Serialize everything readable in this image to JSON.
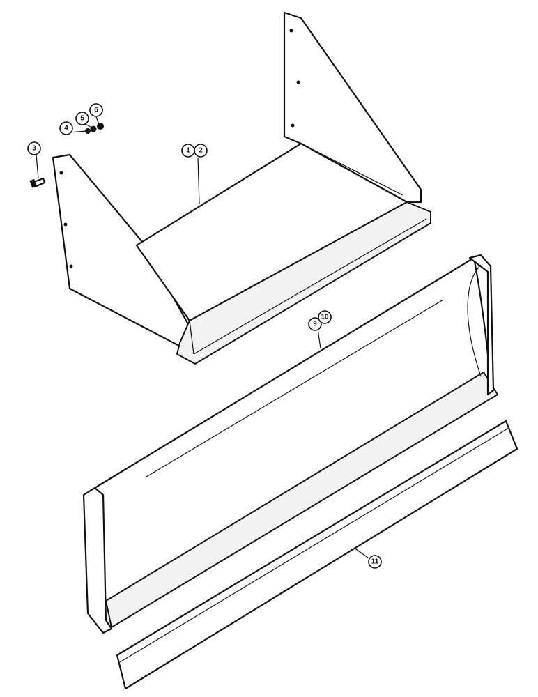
{
  "callouts": {
    "c1": "1",
    "c2": "2",
    "c3": "3",
    "c4": "4",
    "c5": "5",
    "c6": "6",
    "c9": "9",
    "c10": "10",
    "c11": "11"
  },
  "colors": {
    "line": "#111111",
    "paper": "#ffffff"
  }
}
